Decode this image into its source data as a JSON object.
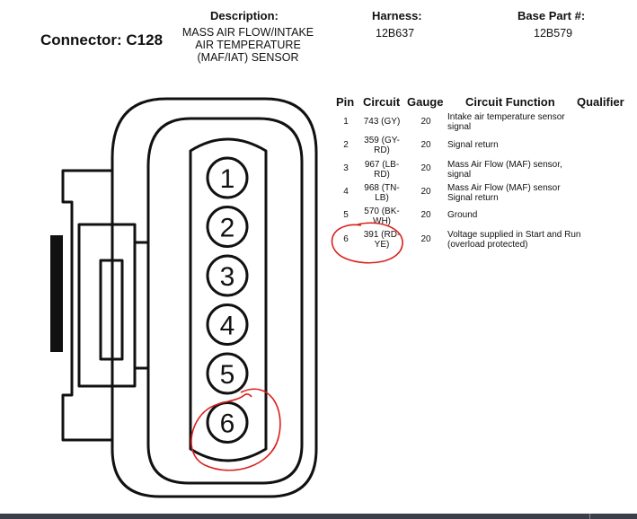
{
  "connector": {
    "label": "Connector: C128"
  },
  "description": {
    "heading": "Description:",
    "lines": [
      "MASS AIR FLOW/INTAKE",
      "AIR TEMPERATURE",
      "(MAF/IAT) SENSOR"
    ]
  },
  "harness": {
    "heading": "Harness:",
    "value": "12B637"
  },
  "base_part": {
    "heading": "Base Part #:",
    "value": "12B579"
  },
  "table": {
    "headers": {
      "pin": "Pin",
      "circuit": "Circuit",
      "gauge": "Gauge",
      "function": "Circuit Function",
      "qualifier": "Qualifier"
    },
    "rows": [
      {
        "pin": "1",
        "circuit": "743 (GY)",
        "gauge": "20",
        "function": "Intake air temperature sensor signal"
      },
      {
        "pin": "2",
        "circuit": "359 (GY-RD)",
        "gauge": "20",
        "function": "Signal return"
      },
      {
        "pin": "3",
        "circuit": "967 (LB-RD)",
        "gauge": "20",
        "function": "Mass Air Flow (MAF) sensor, signal"
      },
      {
        "pin": "4",
        "circuit": "968 (TN-LB)",
        "gauge": "20",
        "function": "Mass Air Flow (MAF) sensor Signal return"
      },
      {
        "pin": "5",
        "circuit": "570 (BK-WH)",
        "gauge": "20",
        "function": "Ground"
      },
      {
        "pin": "6",
        "circuit": "391 (RD-YE)",
        "gauge": "20",
        "function": "Voltage supplied in Start and Run (overload protected)"
      }
    ]
  },
  "pins": [
    "1",
    "2",
    "3",
    "4",
    "5",
    "6"
  ],
  "colors": {
    "ink": "#111111",
    "annotation": "#d9201c",
    "bottom_bar": "#3a3f4a"
  }
}
